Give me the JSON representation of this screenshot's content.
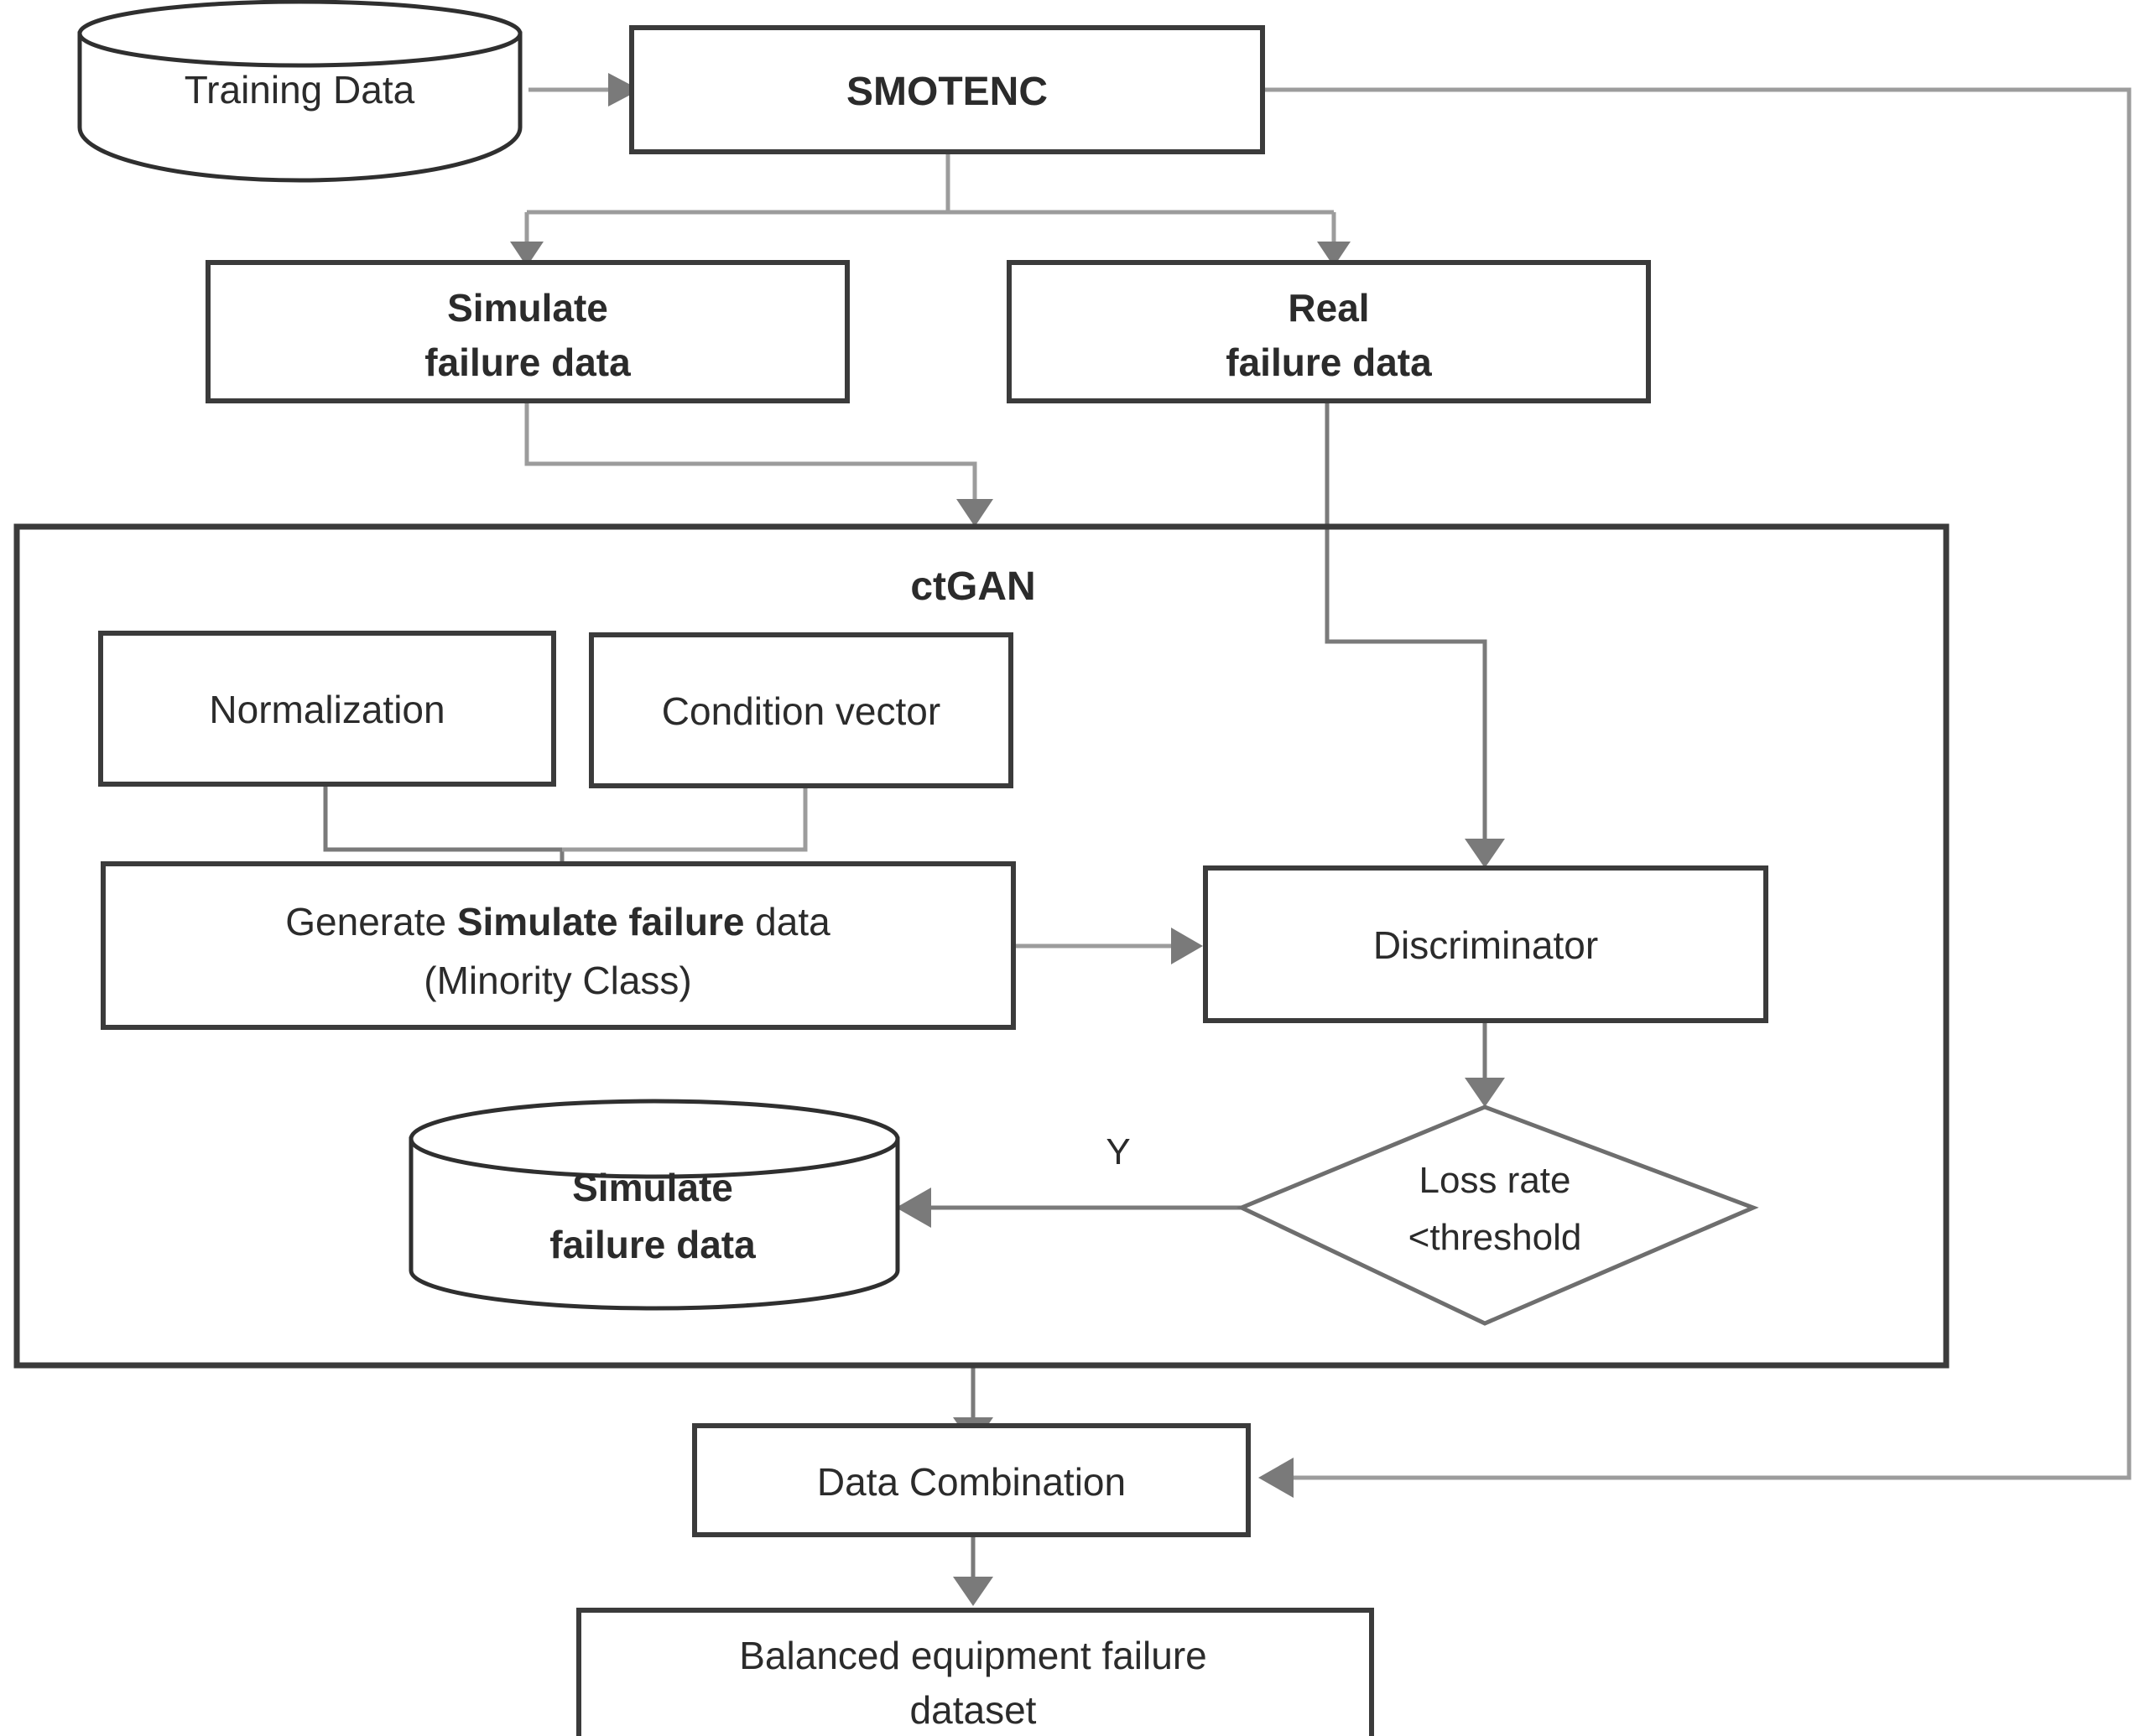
{
  "diagram": {
    "title": "SMOTENC + ctGAN data balancing pipeline",
    "colors": {
      "node_stroke": "#3b3b3b",
      "edge_stroke": "#9c9c9c",
      "arrow_fill": "#7a7a7a",
      "diamond_stroke": "#6e6e6e",
      "background": "#ffffff",
      "text": "#2b2b2b"
    },
    "nodes": {
      "training_data": {
        "label": "Training Data",
        "shape": "cylinder"
      },
      "smotenc": {
        "label": "SMOTENC",
        "shape": "rectangle",
        "bold": true
      },
      "simulate_failure_data": {
        "line1": "Simulate",
        "line2": "failure data",
        "shape": "rectangle",
        "bold": true
      },
      "real_failure_data": {
        "line1": "Real",
        "line2": "failure data",
        "shape": "rectangle",
        "bold": true
      },
      "ctgan": {
        "label": "ctGAN",
        "shape": "container",
        "bold": true
      },
      "normalization": {
        "label": "Normalization",
        "shape": "rectangle"
      },
      "condition_vector": {
        "label": "Condition vector",
        "shape": "rectangle"
      },
      "generate": {
        "line1_part1": "Generate ",
        "line1_bold": "Simulate failure",
        "line1_part2": " data",
        "line2": "(Minority Class)",
        "shape": "rectangle"
      },
      "discriminator": {
        "label": "Discriminator",
        "shape": "rectangle"
      },
      "loss_rate": {
        "line1": "Loss rate",
        "line2": "<threshold",
        "shape": "diamond"
      },
      "simulate_failure_store": {
        "line1": "Simulate",
        "line2": "failure data",
        "shape": "cylinder",
        "bold": true
      },
      "data_combination": {
        "label": "Data Combination",
        "shape": "rectangle"
      },
      "balanced_dataset": {
        "line1": "Balanced equipment failure",
        "line2": "dataset",
        "shape": "rectangle"
      }
    },
    "edge_labels": {
      "yes_branch": "Y"
    }
  }
}
